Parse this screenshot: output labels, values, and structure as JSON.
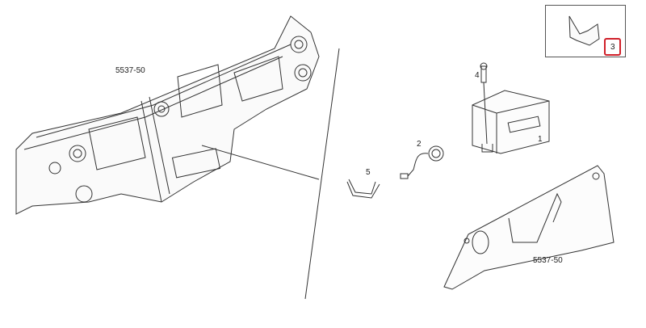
{
  "diagram": {
    "callouts": {
      "dashboard_ref": "5537-50",
      "glovebox_ref": "5537-50",
      "part_1": "1",
      "part_2": "2",
      "part_3": "3",
      "part_4": "4",
      "part_5": "5"
    },
    "highlight_color": "#d0202a"
  }
}
